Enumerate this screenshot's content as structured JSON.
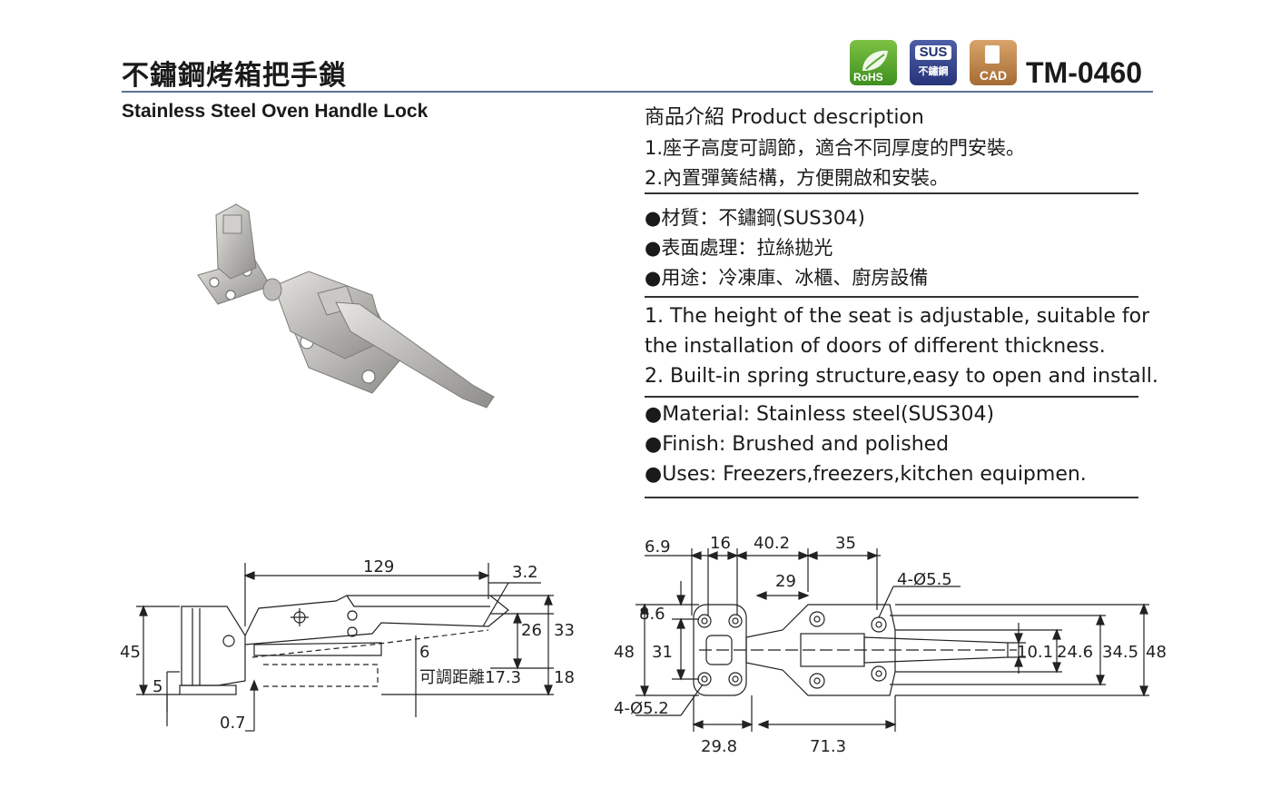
{
  "title_zh": "不鏽鋼烤箱把手鎖",
  "title_en": "Stainless Steel Oven Handle Lock",
  "model": "TM-0460",
  "badges": {
    "rohs": "RoHS",
    "sus": "SUS",
    "sus_sub": "不鏽鋼",
    "cad": "CAD"
  },
  "description": {
    "heading": "商品介紹 Product description",
    "zh_points": [
      "1.座子高度可調節，適合不同厚度的門安裝。",
      "2.內置彈簧結構，方便開啟和安裝。"
    ],
    "zh_specs": [
      "●材質：不鏽鋼(SUS304)",
      "●表面處理：拉絲拋光",
      "●用途：冷凍庫、冰櫃、廚房設備"
    ],
    "en_points": [
      "1. The height of the seat is adjustable, suitable for",
      "the installation of doors of different thickness.",
      "2. Built-in spring structure,easy to open and install."
    ],
    "en_specs": [
      "●Material: Stainless steel(SUS304)",
      "●Finish: Brushed and polished",
      "●Uses: Freezers,freezers,kitchen equipmen."
    ]
  },
  "side_view": {
    "d_129": "129",
    "d_3_2": "3.2",
    "d_45": "45",
    "d_5": "5",
    "d_26": "26",
    "d_33": "33",
    "d_6": "6",
    "adjust_label": "可調距離17.3",
    "d_18": "18",
    "d_0_7": "0.7"
  },
  "top_view": {
    "d_6_9": "6.9",
    "d_16": "16",
    "d_40_2": "40.2",
    "d_35": "35",
    "d_29": "29",
    "d_4_5_5": "4-Ø5.5",
    "d_8_6": "8.6",
    "d_48_left": "48",
    "d_31": "31",
    "d_10_1": "10.1",
    "d_24_6": "24.6",
    "d_34_5": "34.5",
    "d_48_right": "48",
    "d_4_5_2": "4-Ø5.2",
    "d_29_8": "29.8",
    "d_71_3": "71.3"
  },
  "colors": {
    "rule": "#5a6f95",
    "rohs_green": "#5aa832",
    "sus_blue": "#2f3f8a",
    "cad_brown": "#c08548",
    "metal": "#c9c8c4"
  }
}
